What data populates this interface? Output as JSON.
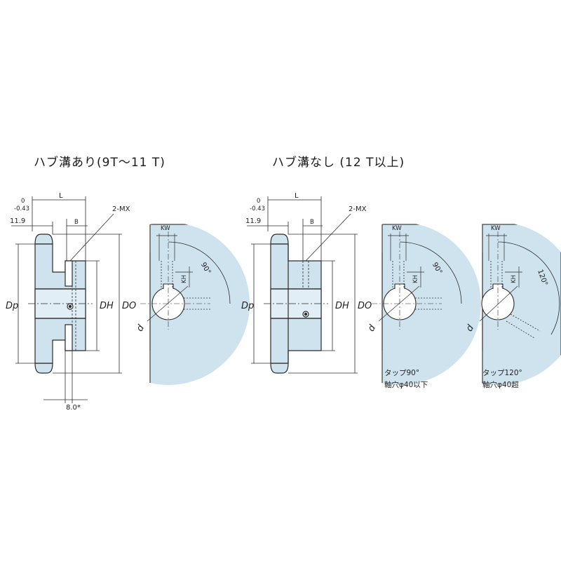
{
  "headings": {
    "left": "ハブ溝あり(9T～11 T)",
    "right": "ハブ溝なし (12 T以上)"
  },
  "labels": {
    "length": "L",
    "tolerance_upper": "0",
    "tolerance_lower": "-0.43",
    "width": "11.9",
    "b": "B",
    "set_screw": "2-MX",
    "dp": "Dp",
    "dh": "DH",
    "do": "DO",
    "groove": "8.0*",
    "kw": "KW",
    "kh": "KH",
    "d": "d",
    "angle_90": "90°",
    "angle_120": "120°"
  },
  "notes": {
    "tap90_line1": "タップ90°",
    "tap90_line2": "軸穴φ40以下",
    "tap120_line1": "タップ120°",
    "tap120_line2": "軸穴φ40超"
  },
  "colors": {
    "fill": "#cfe3ef",
    "line": "#2b2b2b"
  }
}
